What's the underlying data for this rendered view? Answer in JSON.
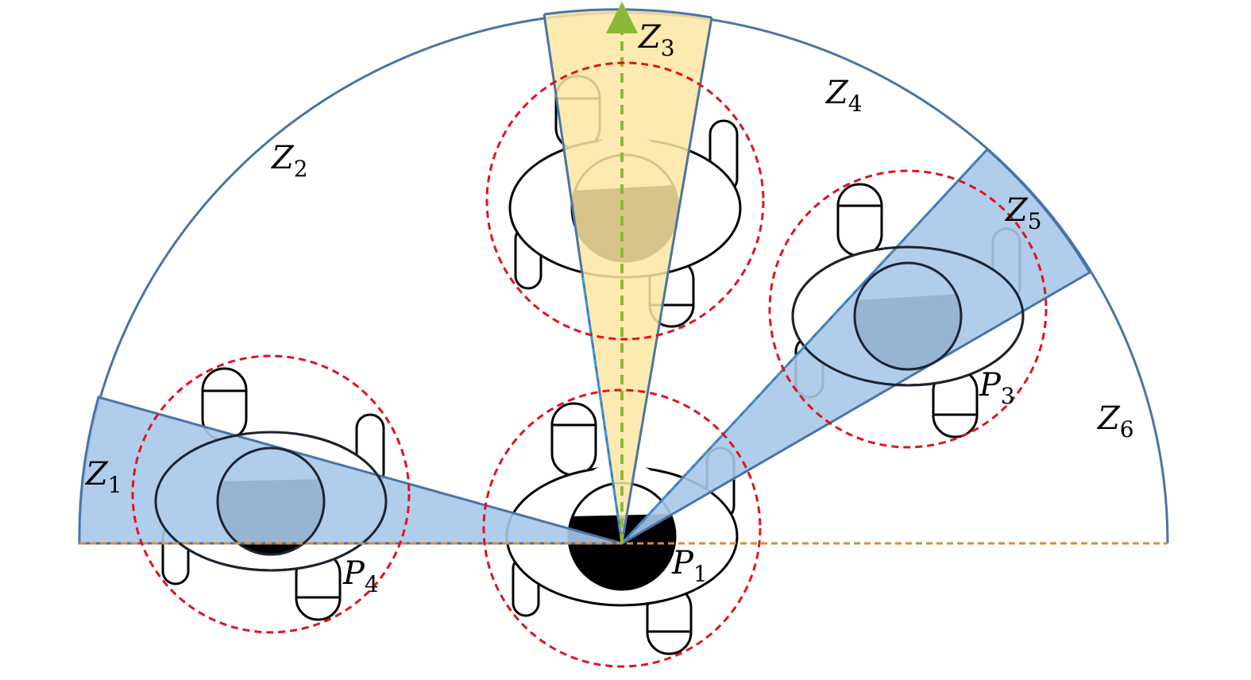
{
  "diagram": {
    "zones": [
      {
        "id": "z1",
        "label": "Z",
        "sub": "1"
      },
      {
        "id": "z2",
        "label": "Z",
        "sub": "2"
      },
      {
        "id": "z3",
        "label": "Z",
        "sub": "3"
      },
      {
        "id": "z4",
        "label": "Z",
        "sub": "4"
      },
      {
        "id": "z5",
        "label": "Z",
        "sub": "5"
      },
      {
        "id": "z6",
        "label": "Z",
        "sub": "6"
      }
    ],
    "robots": [
      {
        "id": "p1",
        "label": "P",
        "sub": "1"
      },
      {
        "id": "p3",
        "label": "P",
        "sub": "3"
      },
      {
        "id": "p4",
        "label": "P",
        "sub": "4"
      }
    ],
    "colors": {
      "boundary": "#4a74a5",
      "blue_sector": "#a9c8ea",
      "yellow_sector": "#fde6a2",
      "safety_circle": "#e0141b",
      "heading_arrow": "#8cb83a",
      "baseline": "#d98a3a",
      "dashed_edge": "#3a9ad9"
    }
  }
}
